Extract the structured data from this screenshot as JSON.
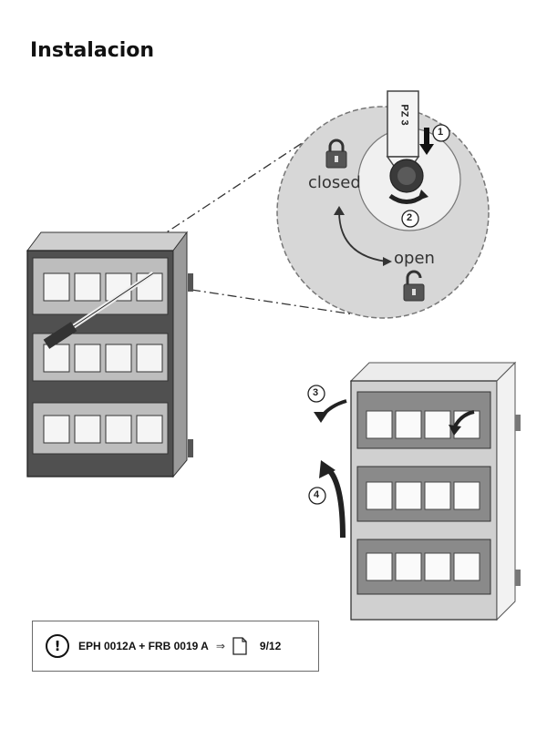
{
  "page": {
    "title": "Instalacion"
  },
  "illustration": {
    "callout": {
      "tool_label": "PZ 3",
      "step_1": "1",
      "step_2": "2",
      "closed_label": "closed",
      "open_label": "open",
      "lock_closed_icon": "padlock-closed-icon",
      "lock_open_icon": "padlock-open-icon"
    },
    "steps": {
      "step_3": "3",
      "step_4": "4"
    }
  },
  "note": {
    "icon": "exclamation-circle-icon",
    "text": "EPH 0012A + FRB 0019 A",
    "arrow": "⇒",
    "doc_icon": "document-icon",
    "page_ref": "9/12"
  },
  "colors": {
    "callout_fill": "#d9d9d9",
    "cabinet_dark": "#4a4a4a",
    "cabinet_light": "#e8e8e8"
  }
}
